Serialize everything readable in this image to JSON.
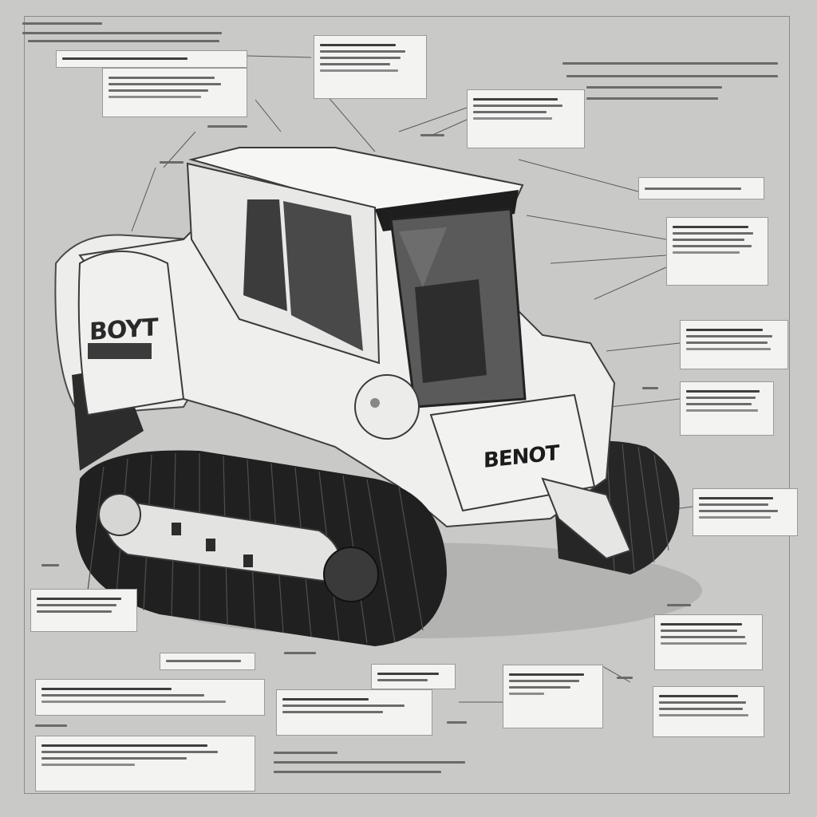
{
  "machine": {
    "front_logo": "BENOT",
    "front_logo_accent": "",
    "side_logo": "BOYT",
    "colors": {
      "body": "#efefed",
      "track": "#2a2a2a",
      "glass": "#4a4a4a",
      "accent": "#c8503a",
      "background": "#c9c9c7"
    }
  },
  "callouts": [
    {
      "id": "top-left-header"
    },
    {
      "id": "top-left"
    },
    {
      "id": "top-center"
    },
    {
      "id": "top-right-small"
    },
    {
      "id": "right-1"
    },
    {
      "id": "right-2"
    },
    {
      "id": "right-3"
    },
    {
      "id": "right-4"
    },
    {
      "id": "right-5"
    },
    {
      "id": "left-mid"
    },
    {
      "id": "bottom-left-1"
    },
    {
      "id": "bottom-left-2"
    },
    {
      "id": "bottom-left-3"
    },
    {
      "id": "bottom-center-small"
    },
    {
      "id": "bottom-center"
    },
    {
      "id": "bottom-center-right"
    },
    {
      "id": "bottom-right-1"
    },
    {
      "id": "bottom-right-2"
    }
  ]
}
